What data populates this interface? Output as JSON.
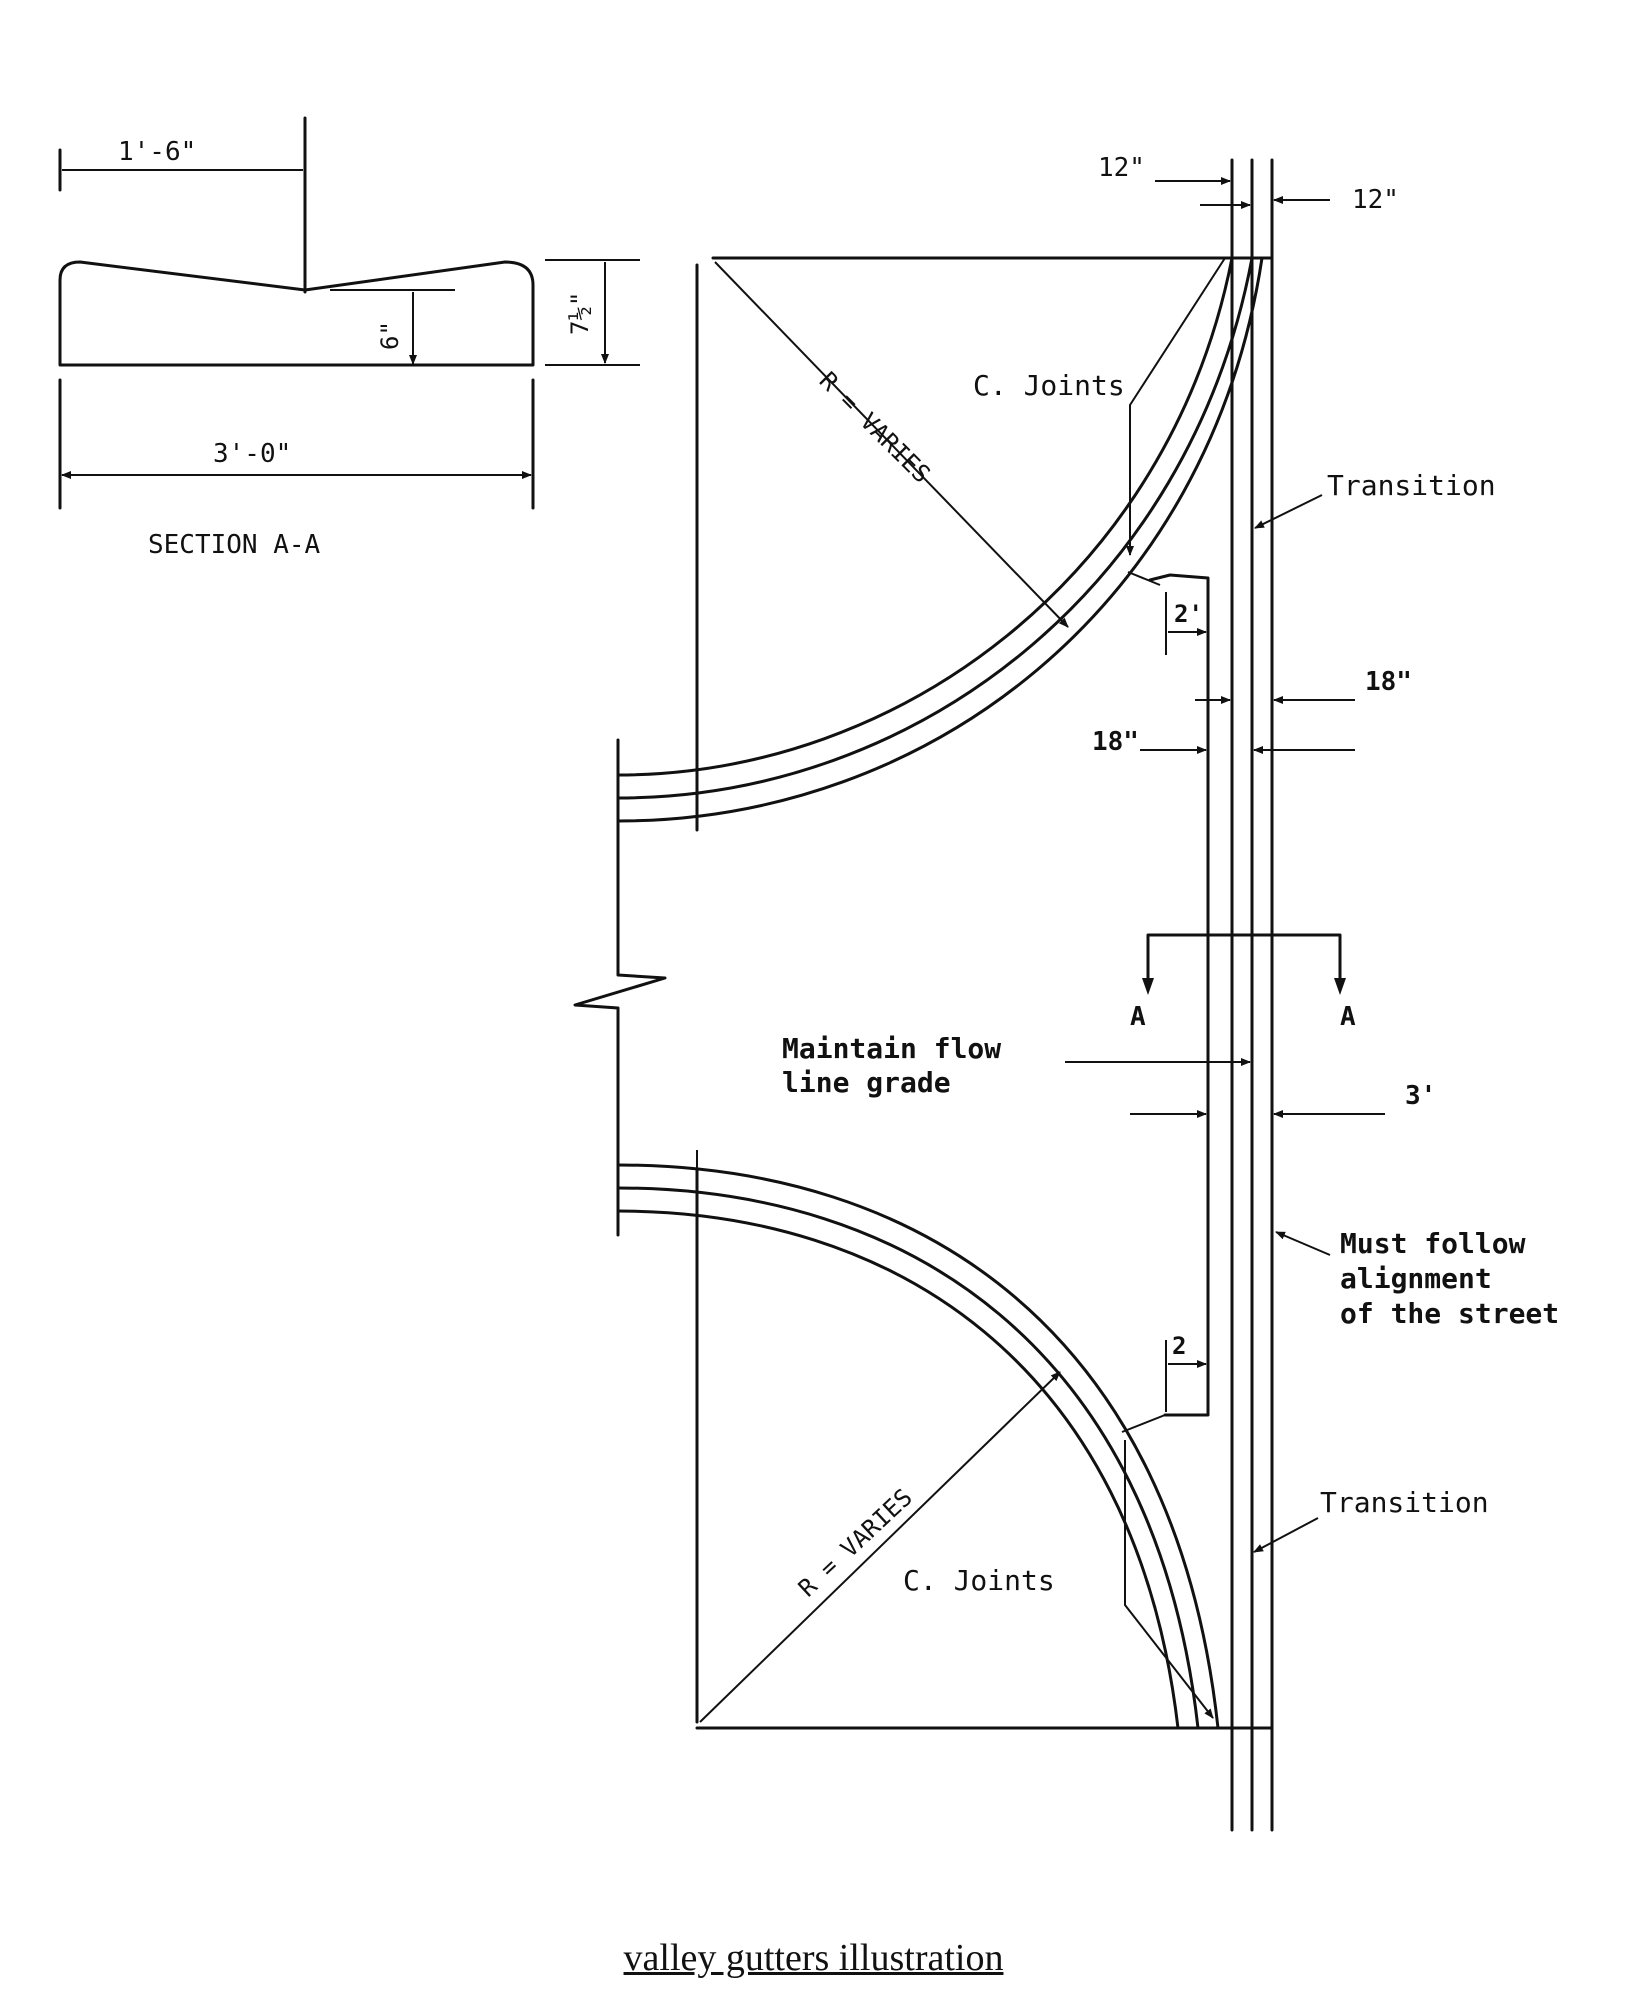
{
  "section": {
    "dim_half_width": "1'-6\"",
    "dim_depth": "6\"",
    "dim_thickness": "7½\"",
    "dim_full_width": "3'-0\"",
    "title": "SECTION A-A"
  },
  "plan": {
    "dim_top_left": "12\"",
    "dim_top_right": "12\"",
    "label_joints_top": "C. Joints",
    "label_radius_top": "R = VARIES",
    "label_transition_top": "Transition",
    "dim_offset_top": "2'",
    "dim_18_right": "18\"",
    "dim_18_left": "18\"",
    "section_mark_left": "A",
    "section_mark_right": "A",
    "label_flow_line_1": "Maintain flow",
    "label_flow_line_2": "line grade",
    "dim_width": "3'",
    "label_alignment_1": "Must follow",
    "label_alignment_2": "alignment",
    "label_alignment_3": "of the street",
    "dim_offset_bottom": "2",
    "label_radius_bottom": "R = VARIES",
    "label_transition_bottom": "Transition",
    "label_joints_bottom": "C. Joints"
  },
  "caption": "valley gutters illustration"
}
